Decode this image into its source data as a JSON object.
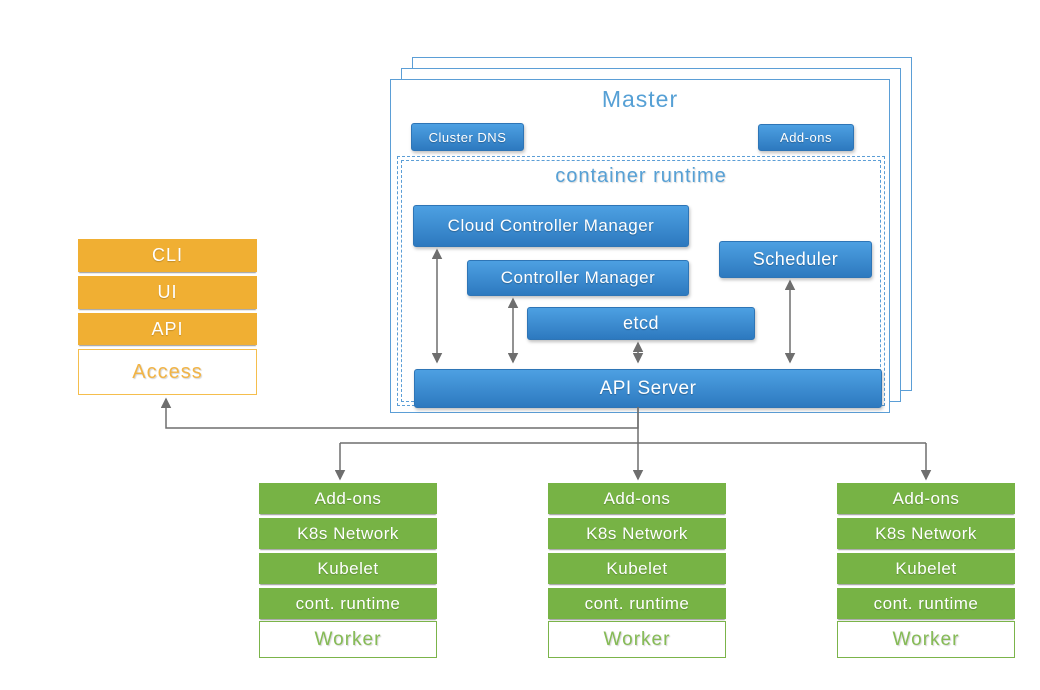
{
  "colors": {
    "sheet-border": "#5B9ED6",
    "title-blue": "#56A0D5",
    "box-blue-top": "#4DA0E2",
    "box-blue-bottom": "#2D79BF",
    "box-blue-border": "#2E75B6",
    "orange": "#F0AF33",
    "orange-border": "#F5BE4D",
    "orange-text": "#F2B445",
    "green": "#77B345",
    "green-border": "#7BB44A",
    "green-text": "#85BB55",
    "line-gray": "#6E6E6E"
  },
  "master": {
    "title": "Master",
    "cluster_dns_label": "Cluster DNS",
    "addons_label": "Add-ons",
    "container_runtime": {
      "title": "container runtime",
      "cloud_controller_manager": "Cloud Controller Manager",
      "controller_manager": "Controller Manager",
      "scheduler": "Scheduler",
      "etcd": "etcd",
      "api_server": "API Server"
    }
  },
  "access_stack": {
    "items": [
      {
        "label": "CLI"
      },
      {
        "label": "UI"
      },
      {
        "label": "API"
      }
    ],
    "footer_label": "Access"
  },
  "worker": {
    "rows": [
      {
        "label": "Add-ons"
      },
      {
        "label": "K8s Network"
      },
      {
        "label": "Kubelet"
      },
      {
        "label": "cont. runtime"
      }
    ],
    "footer_label": "Worker"
  }
}
